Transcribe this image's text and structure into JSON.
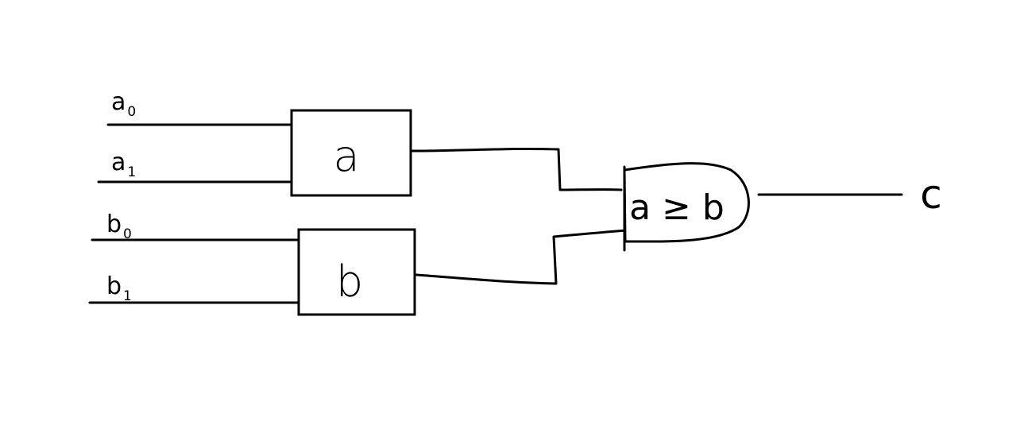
{
  "inputs": [
    {
      "main": "a",
      "sub": "0"
    },
    {
      "main": "a",
      "sub": "1"
    },
    {
      "main": "b",
      "sub": "0"
    },
    {
      "main": "b",
      "sub": "1"
    }
  ],
  "blocks": [
    {
      "label": "a"
    },
    {
      "label": "b"
    }
  ],
  "gate": {
    "label": "a ≥ b"
  },
  "output": {
    "label": "c"
  }
}
